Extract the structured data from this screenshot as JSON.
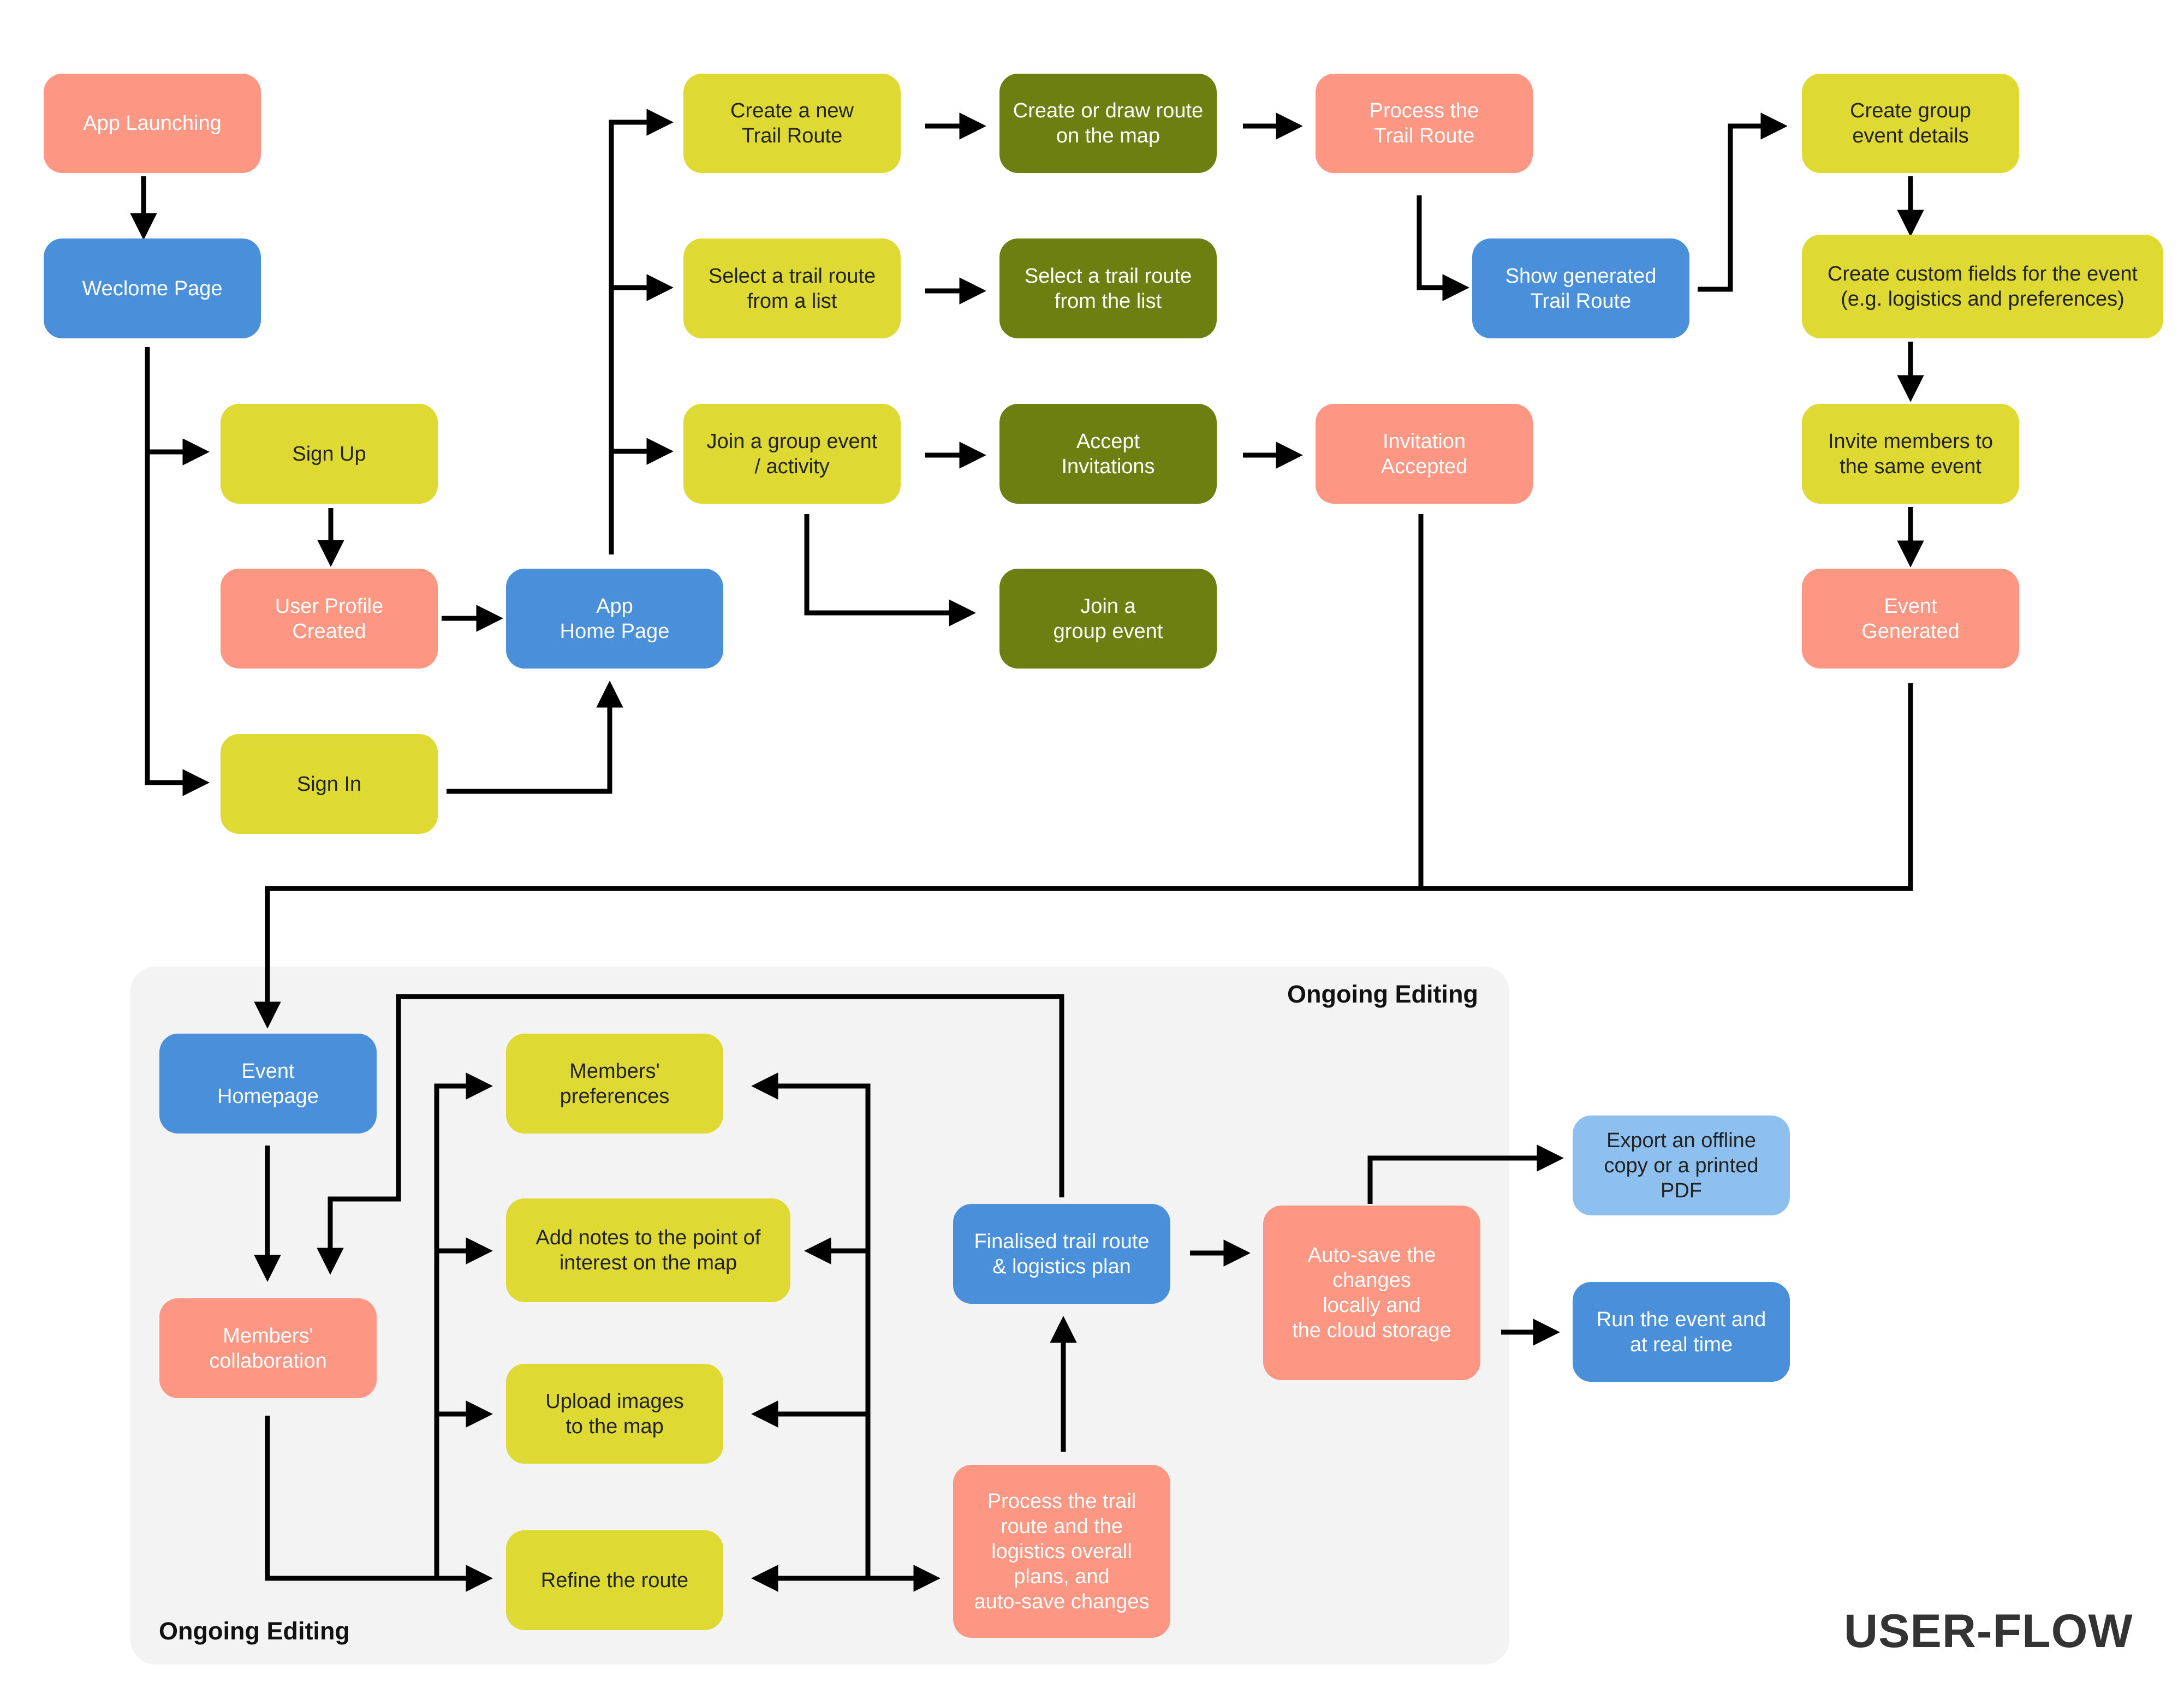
{
  "colors": {
    "salmon": "#fd9683",
    "blue": "#4a8fd9",
    "lightblue": "#8ec0ef",
    "yellow": "#dfd934",
    "olive": "#6e7f12",
    "panel": "#f3f3f3",
    "arrow": "#000000"
  },
  "title": "USER-FLOW",
  "panel": {
    "top_label": "Ongoing Editing",
    "bottom_label": "Ongoing Editing"
  },
  "nodes": {
    "app_launching": "App Launching",
    "welcome_page": "Weclome Page",
    "sign_up": "Sign Up",
    "user_profile_created": "User Profile\nCreated",
    "sign_in": "Sign In",
    "app_home_page": "App\nHome Page",
    "create_trail_route": "Create a new\nTrail Route",
    "select_trail_list": "Select a trail route\nfrom a list",
    "join_group_activity": "Join a group event\n/ activity",
    "create_draw_route": "Create or draw route\non the map",
    "select_trail_from_list": "Select a trail route\nfrom the list",
    "accept_invitations": "Accept\nInvitations",
    "join_group_event": "Join a\ngroup event",
    "process_trail_route": "Process the\nTrail Route",
    "invitation_accepted": "Invitation\nAccepted",
    "show_generated_route": "Show generated\nTrail Route",
    "create_group_event_details": "Create group\nevent details",
    "create_custom_fields": "Create custom fields for the event\n(e.g. logistics and preferences)",
    "invite_members": "Invite members to\nthe same event",
    "event_generated": "Event\nGenerated",
    "event_homepage": "Event\nHomepage",
    "members_collaboration": "Members'\ncollaboration",
    "members_preferences": "Members'\npreferences",
    "add_notes": "Add notes to the point of\ninterest on the map",
    "upload_images": "Upload images\nto the map",
    "refine_route": "Refine the route",
    "finalised_route": "Finalised trail route\n& logistics plan",
    "process_plans": "Process the trail\nroute and the\nlogistics overall\nplans, and\nauto-save changes",
    "auto_save": "Auto-save the\nchanges\nlocally and\nthe cloud storage",
    "export_pdf": "Export an offline\ncopy or a printed PDF",
    "run_event": "Run the event and\nat real time"
  }
}
